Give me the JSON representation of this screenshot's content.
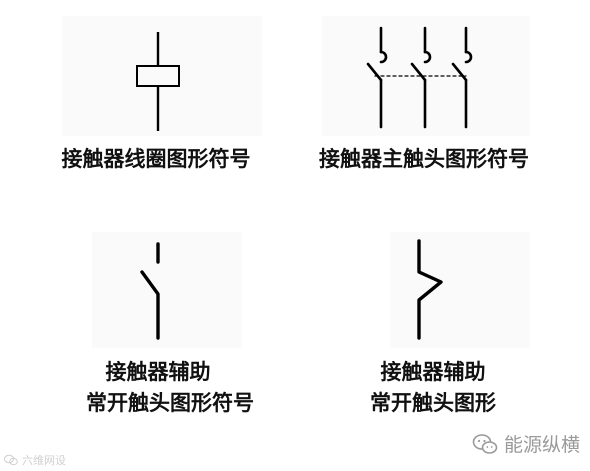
{
  "captions": {
    "coil": "接触器线圈图形符号",
    "main_contact": "接触器主触头图形符号",
    "aux_no_line1": "接触器辅助",
    "aux_no_line2": "常开触头图形符号",
    "aux_nc_line1": "接触器辅助",
    "aux_nc_line2": "常开触头图形"
  },
  "watermark": {
    "left_text": "六维网设",
    "right_text": "能源纵横",
    "right_icon": "wechat-icon"
  },
  "colors": {
    "stroke": "#000000",
    "caption": "#111111",
    "watermark": "#9a9a9a"
  }
}
